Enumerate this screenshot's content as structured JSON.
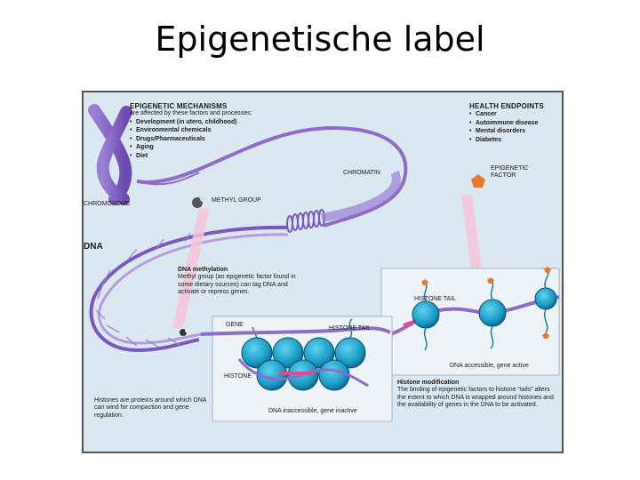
{
  "slide": {
    "title": "Epigenetische label"
  },
  "figure": {
    "mechanisms": {
      "heading": "EPIGENETIC MECHANISMS",
      "subheading": "are affected by these factors and processes:",
      "items": [
        "Development (in utero, childhood)",
        "Environmental chemicals",
        "Drugs/Pharmaceuticals",
        "Aging",
        "Diet"
      ]
    },
    "health": {
      "heading": "HEALTH ENDPOINTS",
      "items": [
        "Cancer",
        "Autoimmune disease",
        "Mental disorders",
        "Diabetes"
      ]
    },
    "labels": {
      "chromosome": "CHROMOSOME",
      "chromatin": "CHROMATIN",
      "methyl_group": "METHYL GROUP",
      "dna": "DNA",
      "epigenetic_factor": "EPIGENETIC FACTOR",
      "histone_tail_upper": "HISTONE TAIL",
      "histone_tail_lower": "HISTONE TAIL",
      "gene": "GENE",
      "histone": "HISTONE",
      "dna_accessible": "DNA accessible, gene active",
      "dna_inaccessible": "DNA inaccessible, gene inactive"
    },
    "dna_methylation": {
      "title": "DNA methylation",
      "text": "Methyl group (an epigenetic factor found in some dietary sources) can tag DNA and activate or repress genes."
    },
    "histones_note": "Histones are proteins around which DNA can wind for compaction and gene regulation.",
    "histone_modification": {
      "title": "Histone modification",
      "text": "The binding of epigenetic factors to histone “tails” alters the extent to which DNA is wrapped around histones and the availability of genes in the DNA to be activated."
    }
  }
}
